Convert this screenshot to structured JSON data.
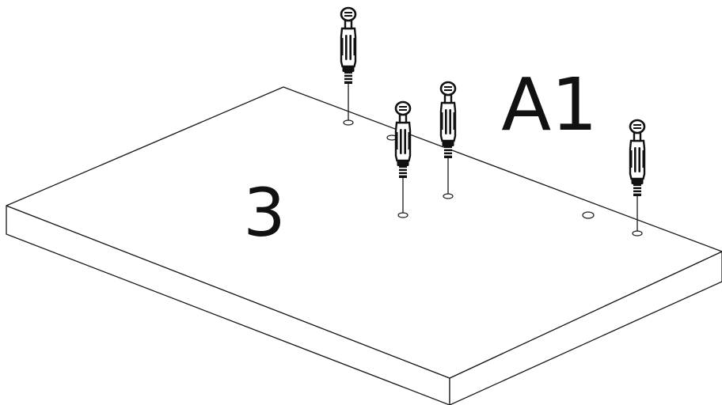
{
  "diagram": {
    "panel_label": "3",
    "fastener_label": "A1",
    "stroke_color": "#1a1a1a",
    "fastener_icon": "cam-dowel-icon",
    "fastener_count": 4
  }
}
